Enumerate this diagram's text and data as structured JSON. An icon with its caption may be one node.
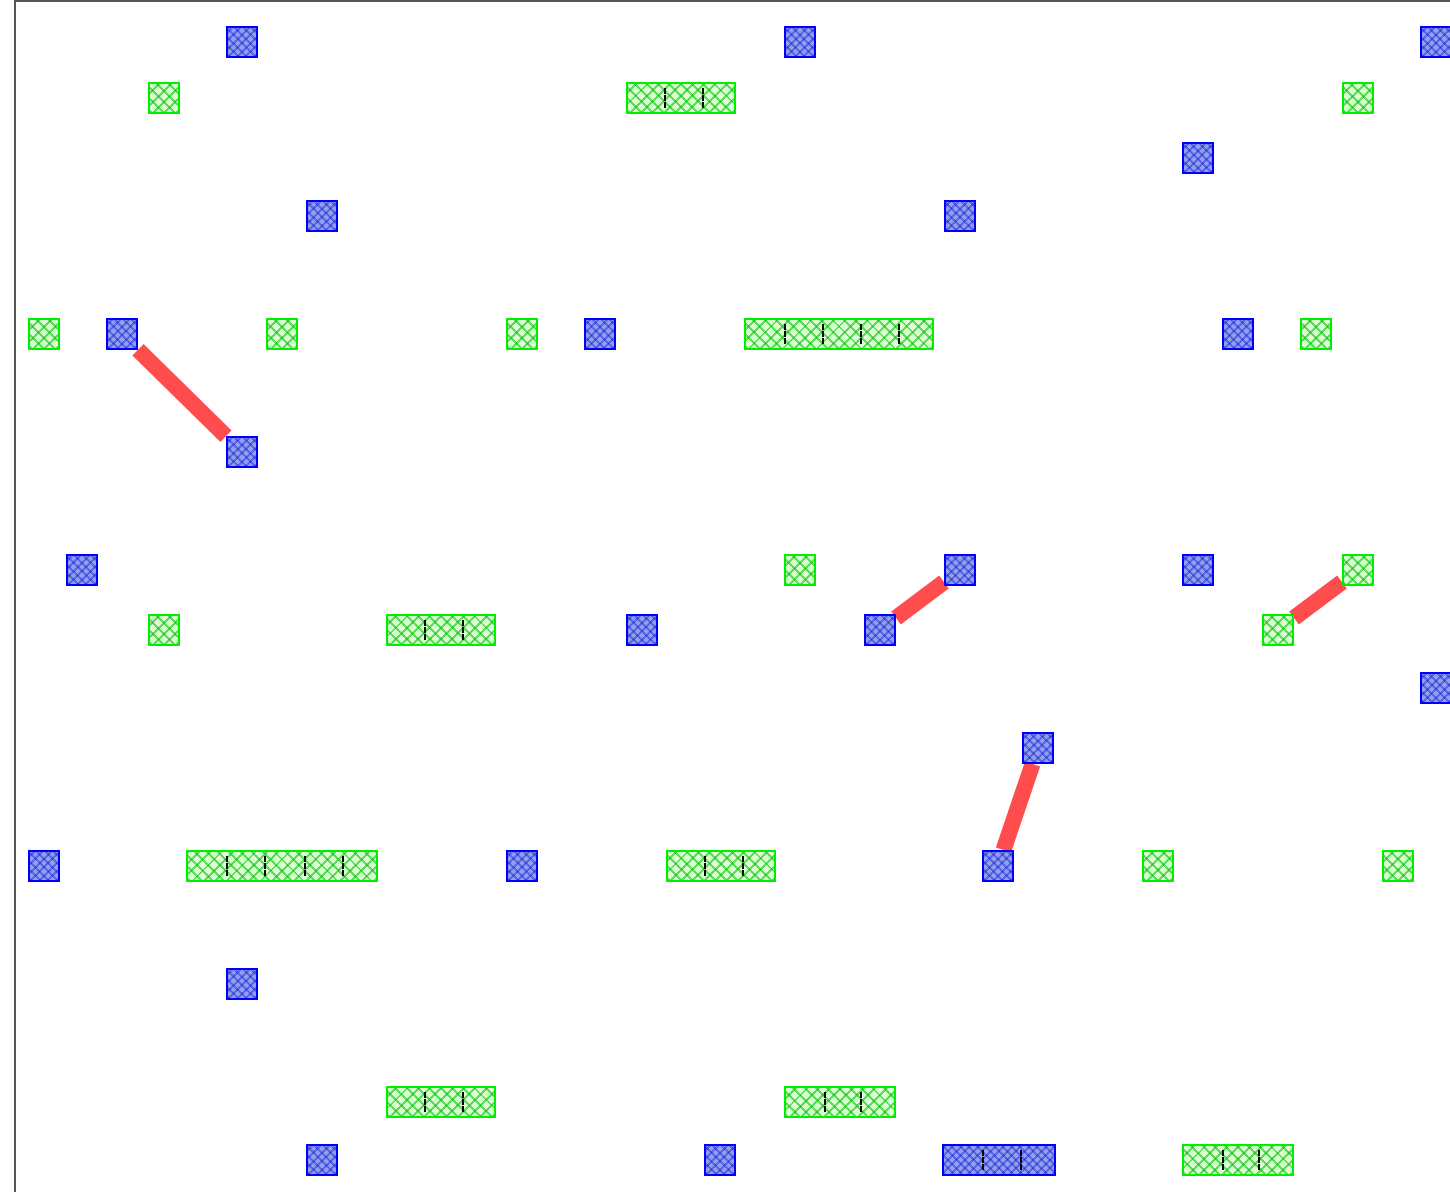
{
  "diagram": {
    "nodes": [
      {
        "text": [],
        "shape": "box"
      },
      {
        "text": [],
        "shape": "box"
      },
      {
        "text": [],
        "shape": "box"
      },
      {
        "text": [],
        "shape": "box"
      },
      {
        "text": [],
        "shape": "bar"
      },
      {
        "text": [],
        "shape": "box"
      },
      {
        "text": [],
        "shape": "box"
      },
      {
        "text": [],
        "shape": "box"
      },
      {
        "text": [],
        "shape": "box"
      },
      {
        "text": [],
        "shape": "box"
      },
      {
        "text": [],
        "shape": "box"
      },
      {
        "text": [],
        "shape": "box"
      },
      {
        "text": [],
        "shape": "box"
      },
      {
        "text": [],
        "shape": "box"
      },
      {
        "text": [],
        "shape": "bar"
      },
      {
        "text": [],
        "shape": "box"
      },
      {
        "text": [],
        "shape": "box"
      },
      {
        "text": [],
        "shape": "box"
      },
      {
        "text": [],
        "shape": "box"
      },
      {
        "text": [],
        "shape": "box"
      },
      {
        "text": [],
        "shape": "box"
      },
      {
        "text": [],
        "shape": "box"
      },
      {
        "text": [],
        "shape": "box"
      },
      {
        "text": [],
        "shape": "box"
      },
      {
        "text": [],
        "shape": "bar"
      },
      {
        "text": [],
        "shape": "box"
      },
      {
        "text": [],
        "shape": "box"
      },
      {
        "text": [],
        "shape": "box"
      },
      {
        "text": [],
        "shape": "box"
      },
      {
        "text": [],
        "shape": "box"
      },
      {
        "text": [],
        "shape": "box"
      },
      {
        "text": [],
        "shape": "bar"
      },
      {
        "text": [],
        "shape": "box"
      },
      {
        "text": [],
        "shape": "bar"
      },
      {
        "text": [],
        "shape": "box"
      },
      {
        "text": [],
        "shape": "box"
      },
      {
        "text": [],
        "shape": "box"
      },
      {
        "text": [],
        "shape": "box"
      },
      {
        "text": [],
        "shape": "bar"
      },
      {
        "text": [],
        "shape": "bar"
      },
      {
        "text": [],
        "shape": "box"
      },
      {
        "text": [],
        "shape": "box"
      },
      {
        "text": [],
        "shape": "bar"
      },
      {
        "text": [],
        "shape": "bar"
      }
    ],
    "edges": [
      {
        "from": 10,
        "to": 17,
        "arrow": "none"
      },
      {
        "from": 26,
        "to": 20,
        "arrow": "none"
      },
      {
        "from": 27,
        "to": 22,
        "arrow": "none"
      },
      {
        "from": 29,
        "to": 34,
        "arrow": "none"
      }
    ]
  }
}
